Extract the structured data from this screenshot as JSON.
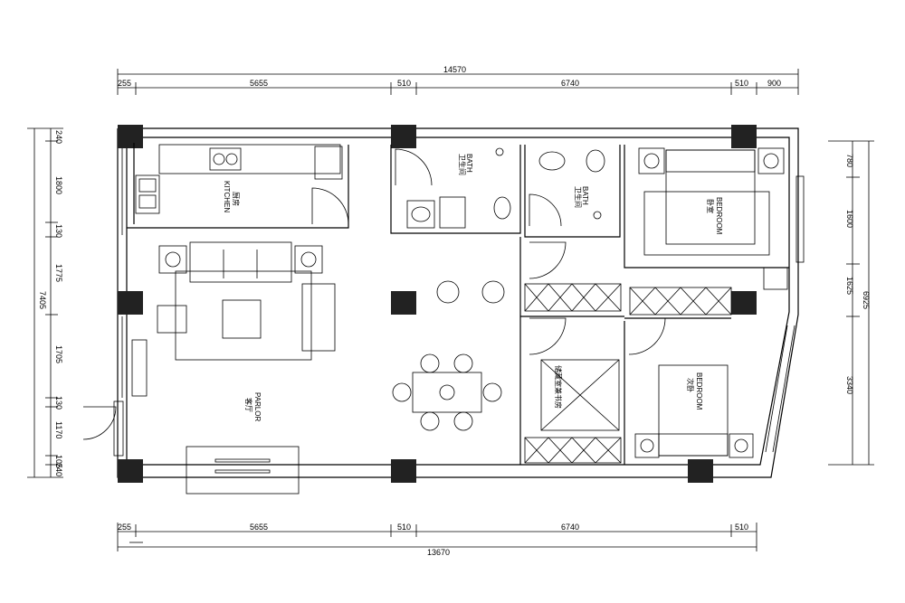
{
  "dimensions": {
    "top_total": "14570",
    "top_segments": [
      "255",
      "5655",
      "510",
      "6740",
      "510",
      "900"
    ],
    "bottom_total": "13670",
    "bottom_segments": [
      "255",
      "5655",
      "510",
      "6740",
      "510"
    ],
    "left_total": "7405",
    "left_segments": [
      "240",
      "1800",
      "130",
      "1775",
      "1705",
      "130",
      "1170",
      "105",
      "240"
    ],
    "right_total": "6925",
    "right_segments": [
      "780",
      "1600",
      "1625",
      "3340"
    ]
  },
  "rooms": {
    "kitchen": {
      "en": "KITCHEN",
      "cn": "厨房"
    },
    "bath1": {
      "en": "BATH",
      "cn": "卫生间"
    },
    "bath2": {
      "en": "BATH",
      "cn": "卫生间"
    },
    "bedroom1": {
      "en": "BEDROOM",
      "cn": "卧室"
    },
    "bedroom2": {
      "en": "BEDROOM",
      "cn": "次卧"
    },
    "parlor": {
      "en": "PARLOR",
      "cn": "客厅"
    },
    "study": {
      "cn": "储藏室兼书房"
    }
  }
}
